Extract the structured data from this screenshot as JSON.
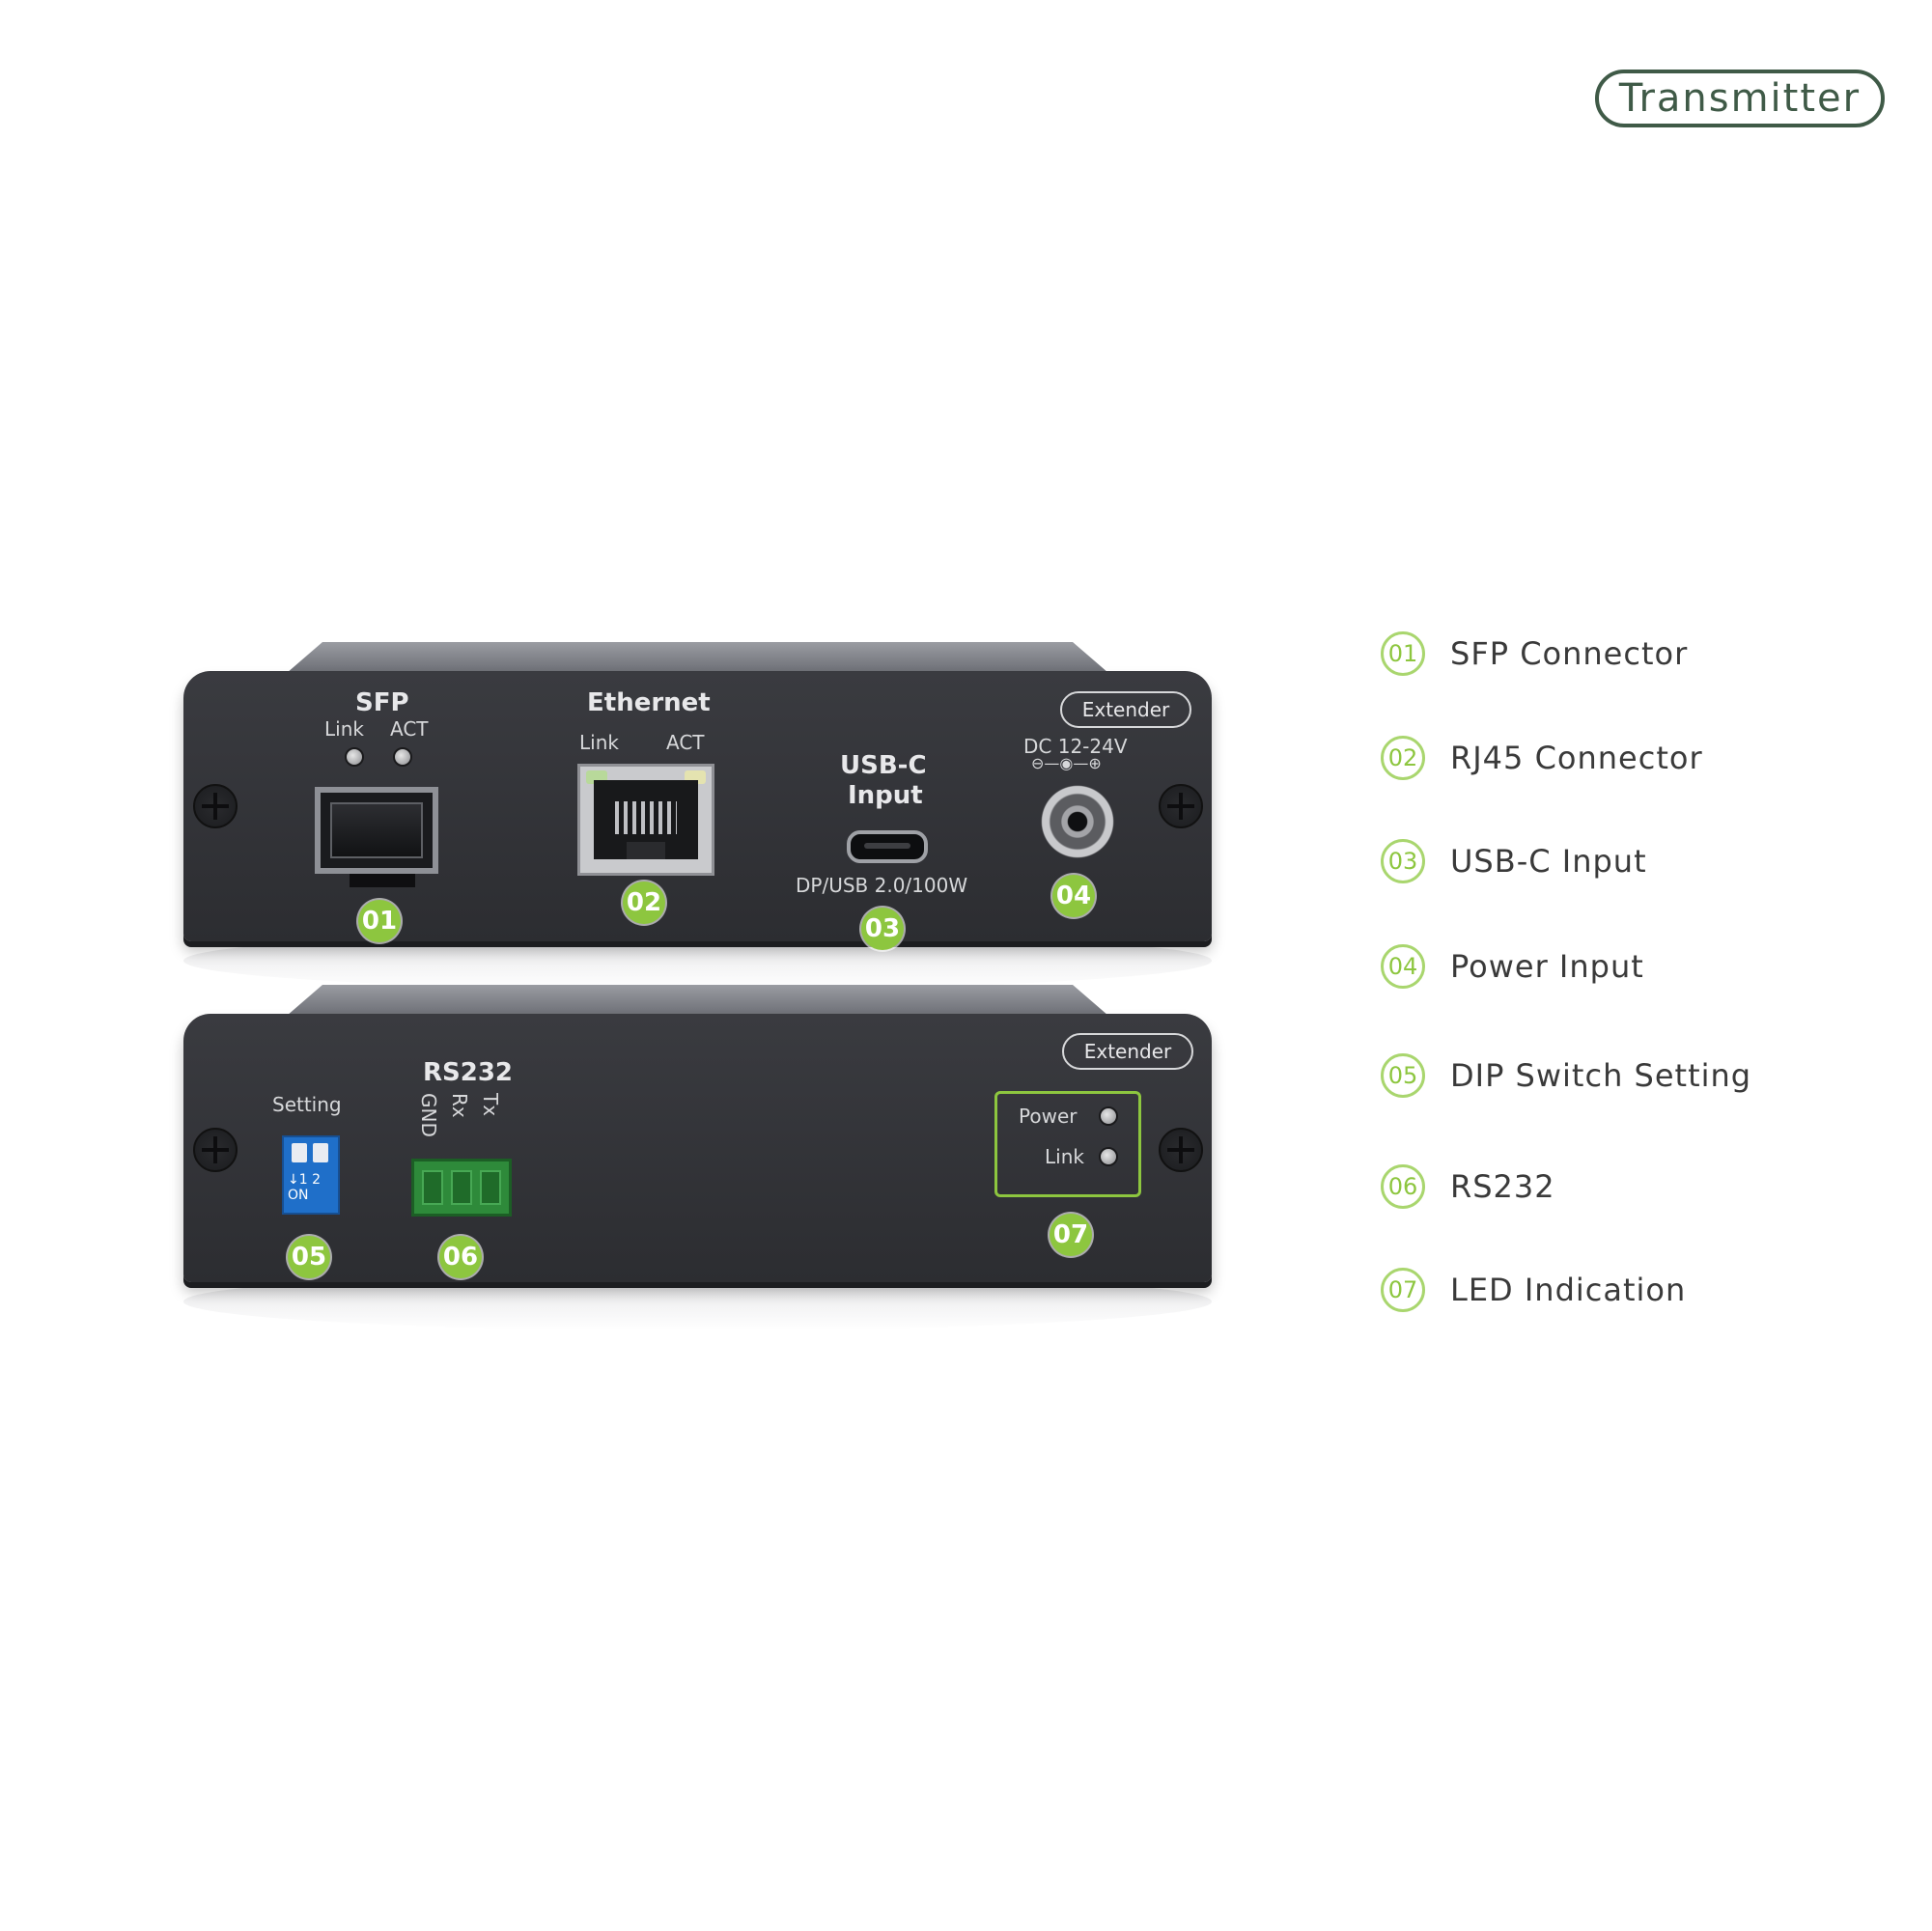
{
  "title": "Transmitter",
  "front_panel": {
    "sfp_title": "SFP",
    "sfp_link": "Link",
    "sfp_act": "ACT",
    "ethernet_title": "Ethernet",
    "eth_link": "Link",
    "eth_act": "ACT",
    "usbc_title_line1": "USB-C",
    "usbc_title_line2": "Input",
    "usbc_caption": "DP/USB 2.0/100W",
    "dc_label": "DC 12-24V",
    "dc_polarity": "⊖—◉—⊕",
    "badge": "Extender"
  },
  "rear_panel": {
    "setting_label": "Setting",
    "dip_labels": "↓1  2",
    "dip_on": "ON",
    "rs232_title": "RS232",
    "rs232_pins": [
      "GND",
      "Rx",
      "Tx"
    ],
    "power_label": "Power",
    "link_label": "Link",
    "badge": "Extender"
  },
  "markers": [
    "01",
    "02",
    "03",
    "04",
    "05",
    "06",
    "07"
  ],
  "legend": [
    {
      "num": "01",
      "label": "SFP Connector"
    },
    {
      "num": "02",
      "label": "RJ45 Connector"
    },
    {
      "num": "03",
      "label": "USB-C Input"
    },
    {
      "num": "04",
      "label": "Power Input"
    },
    {
      "num": "05",
      "label": "DIP Switch Setting"
    },
    {
      "num": "06",
      "label": "RS232"
    },
    {
      "num": "07",
      "label": "LED Indication"
    }
  ],
  "colors": {
    "accent_green": "#8dc63f",
    "title_green": "#3f5a47",
    "device_body": "#2f3034"
  }
}
